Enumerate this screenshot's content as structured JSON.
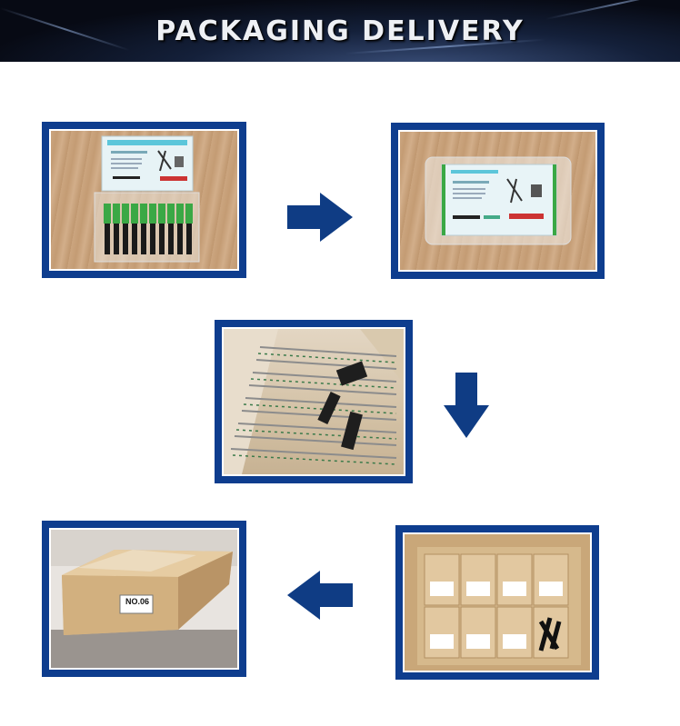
{
  "banner": {
    "title": "PACKAGING DELIVERY"
  },
  "colors": {
    "frame": "#0e3d8e",
    "arrow": "#0f3c84",
    "banner_dark": "#070a14"
  },
  "photos": [
    {
      "id": "blister-open",
      "caption": ""
    },
    {
      "id": "blister-closed",
      "caption": ""
    },
    {
      "id": "carton-filled",
      "caption": ""
    },
    {
      "id": "boxes-in-carton",
      "caption": ""
    },
    {
      "id": "sealed-carton",
      "label": "NO.06"
    }
  ],
  "arrows": [
    "right-arrow-icon",
    "down-arrow-icon",
    "left-arrow-icon"
  ]
}
